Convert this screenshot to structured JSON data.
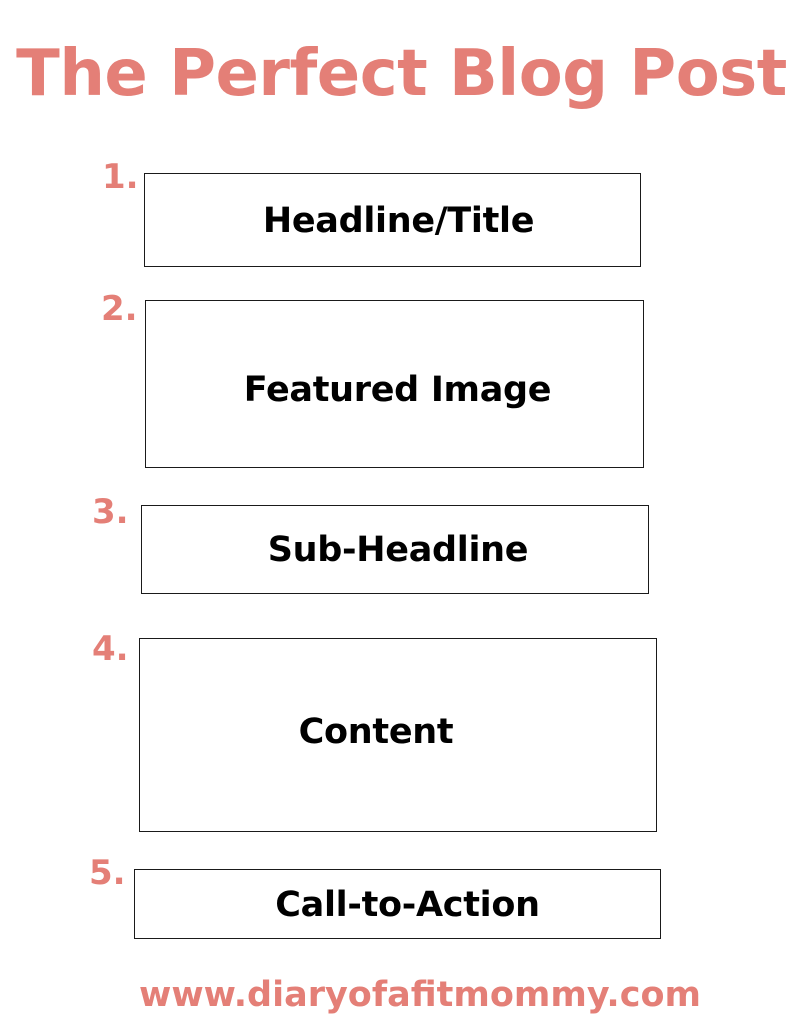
{
  "title": "The Perfect Blog Post",
  "colors": {
    "accent": "#e47f77",
    "box_border": "#1a1a1a",
    "label": "#000000",
    "background": "#ffffff"
  },
  "steps": [
    {
      "number": "1.",
      "label": "Headline/Title"
    },
    {
      "number": "2.",
      "label": "Featured Image"
    },
    {
      "number": "3.",
      "label": "Sub-Headline"
    },
    {
      "number": "4.",
      "label": "Content"
    },
    {
      "number": "5.",
      "label": "Call-to-Action"
    }
  ],
  "footer": "www.diaryofafitmommy.com"
}
